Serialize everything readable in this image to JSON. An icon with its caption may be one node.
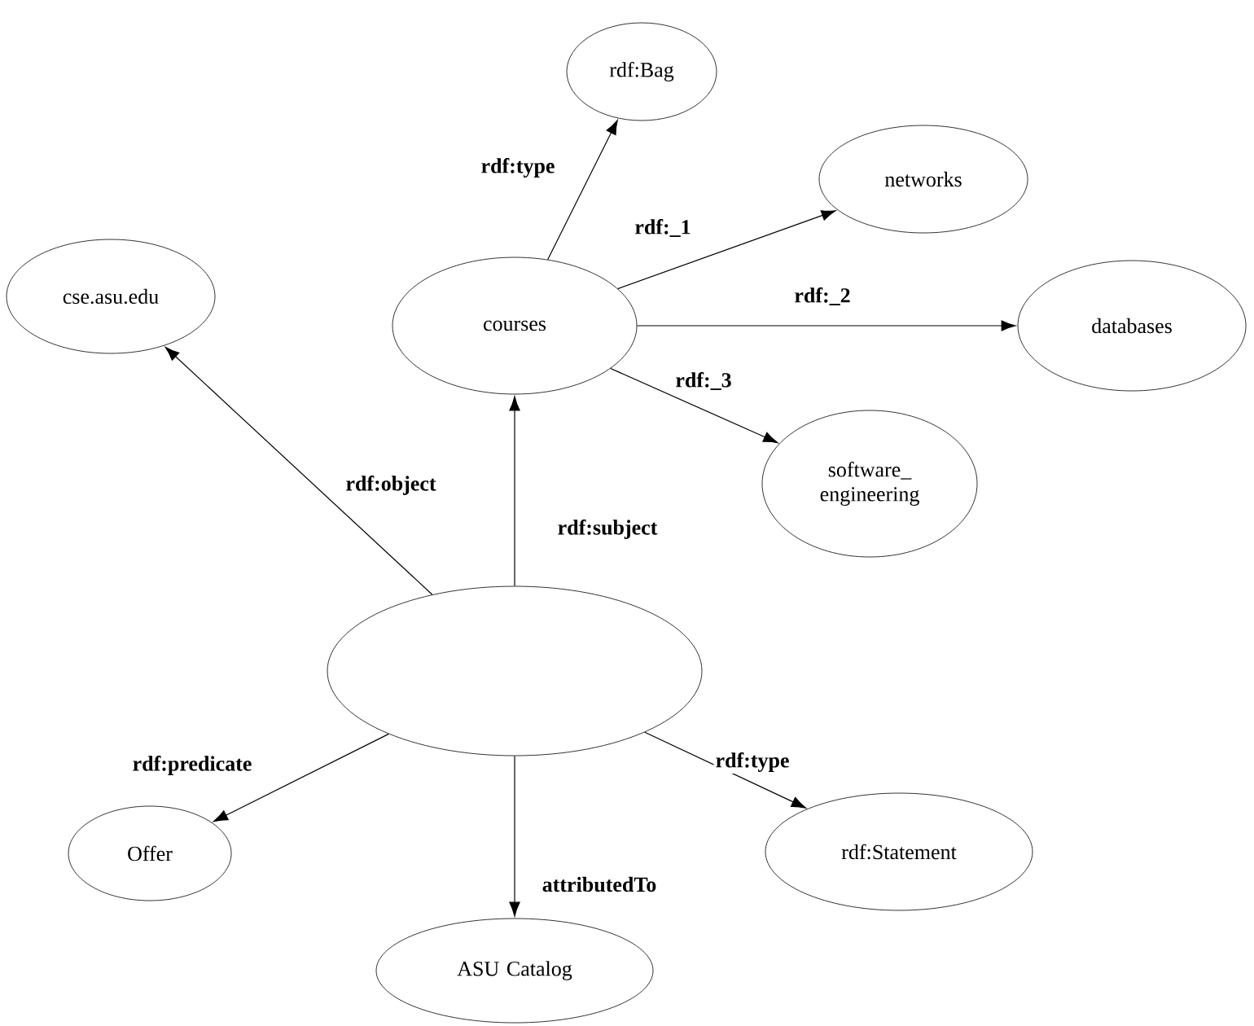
{
  "diagram": {
    "nodes": [
      {
        "text": [
          "rdf:Bag"
        ]
      },
      {
        "text": [
          "networks"
        ]
      },
      {
        "text": [
          "courses"
        ]
      },
      {
        "text": [
          "cse.asu.edu"
        ]
      },
      {
        "text": [
          "databases"
        ]
      },
      {
        "text": [
          "software_ engineering"
        ]
      },
      {
        "text": [],
        "shape": "ellipse"
      },
      {
        "text": [
          "Offer"
        ]
      },
      {
        "text": [
          "ASU Catalog"
        ]
      },
      {
        "text": [
          "rdf:Statement"
        ]
      }
    ],
    "edges": [
      {
        "from": 2,
        "to": 0,
        "arrow": "to",
        "label": "rdf:type"
      },
      {
        "from": 2,
        "to": 1,
        "arrow": "to",
        "label": "rdf:_1"
      },
      {
        "from": 2,
        "to": 4,
        "arrow": "to",
        "label": "rdf:_2"
      },
      {
        "from": 2,
        "to": 5,
        "arrow": "to",
        "label": "rdf:_3"
      },
      {
        "from": 6,
        "to": 3,
        "arrow": "to",
        "label": "rdf:object"
      },
      {
        "from": 6,
        "to": 2,
        "arrow": "to",
        "label": "rdf:subject"
      },
      {
        "from": 6,
        "to": 7,
        "arrow": "to",
        "label": "rdf:predicate"
      },
      {
        "from": 6,
        "to": 8,
        "arrow": "to",
        "label": "attributedTo"
      },
      {
        "from": 6,
        "to": 9,
        "arrow": "to",
        "label": "rdf:type"
      }
    ]
  }
}
